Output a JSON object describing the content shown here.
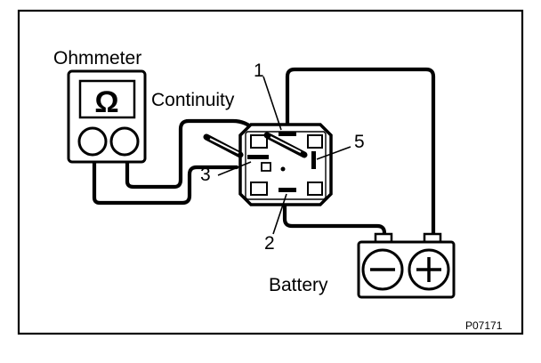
{
  "diagram": {
    "ohmmeter_label": "Ohmmeter",
    "ohm_symbol": "Ω",
    "continuity_label": "Continuity",
    "battery_label": "Battery",
    "terminal_1": "1",
    "terminal_2": "2",
    "terminal_3": "3",
    "terminal_5": "5",
    "battery_minus": "−",
    "battery_plus": "+",
    "figure_code": "P07171"
  }
}
